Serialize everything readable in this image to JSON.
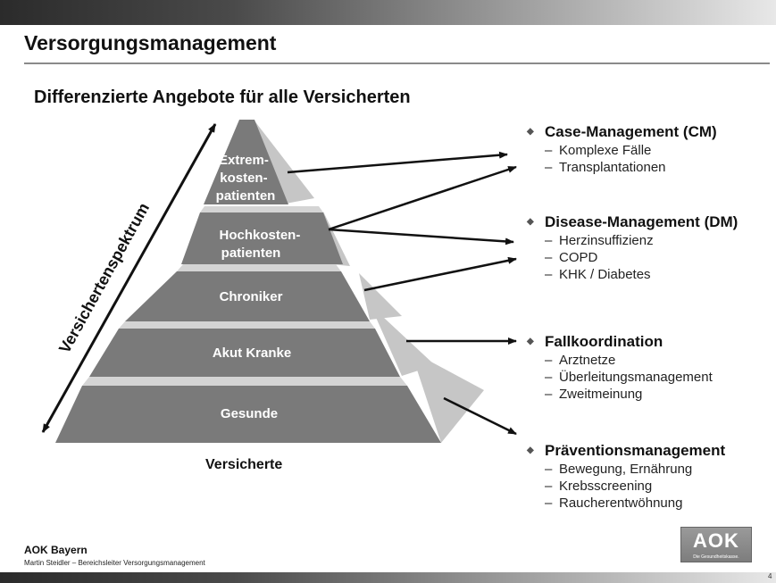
{
  "header": {
    "title": "Versorgungsmanagement",
    "subtitle": "Differenzierte Angebote für alle Versicherten"
  },
  "pyramid": {
    "tiers": [
      {
        "lines": [
          "Extrem-",
          "kosten-",
          "patienten"
        ]
      },
      {
        "lines": [
          "Hochkosten-",
          "patienten"
        ]
      },
      {
        "lines": [
          "Chroniker"
        ]
      },
      {
        "lines": [
          "Akut Kranke"
        ]
      },
      {
        "lines": [
          "Gesunde"
        ]
      }
    ],
    "axis_label": "Versichertenspektrum",
    "caption": "Versicherte"
  },
  "programs": [
    {
      "title": "Case-Management (CM)",
      "items": [
        "Komplexe Fälle",
        "Transplantationen"
      ]
    },
    {
      "title": "Disease-Management (DM)",
      "items": [
        "Herzinsuffizienz",
        "COPD",
        "KHK / Diabetes"
      ]
    },
    {
      "title": "Fallkoordination",
      "items": [
        "Arztnetze",
        "Überleitungsmanagement",
        "Zweitmeinung"
      ]
    },
    {
      "title": "Präventionsmanagement",
      "items": [
        "Bewegung, Ernährung",
        "Krebsscreening",
        "Raucherentwöhnung"
      ]
    }
  ],
  "footer": {
    "org": "AOK Bayern",
    "person": "Martin Steidler – Bereichsleiter Versorgungsmanagement",
    "logo_text": "AOK",
    "logo_tagline": "Die Gesundheitskasse.",
    "page": "4"
  },
  "colors": {
    "tier_fill": "#7a7a7a",
    "side_fill": "#c6c6c6",
    "arrow": "#111111"
  }
}
